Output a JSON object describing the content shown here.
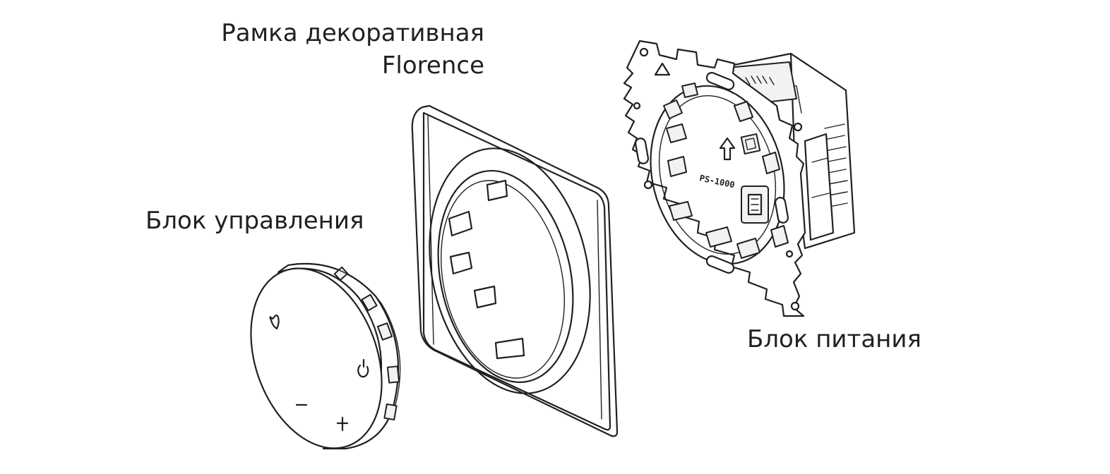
{
  "labels": {
    "frame_line1": "Рамка декоративная",
    "frame_line2": "Florence",
    "control_unit": "Блок управления",
    "power_unit": "Блок питания"
  },
  "printed_marks": {
    "power_unit_model": "PS-1000"
  },
  "colors": {
    "line": "#231f20",
    "background": "#ffffff"
  }
}
